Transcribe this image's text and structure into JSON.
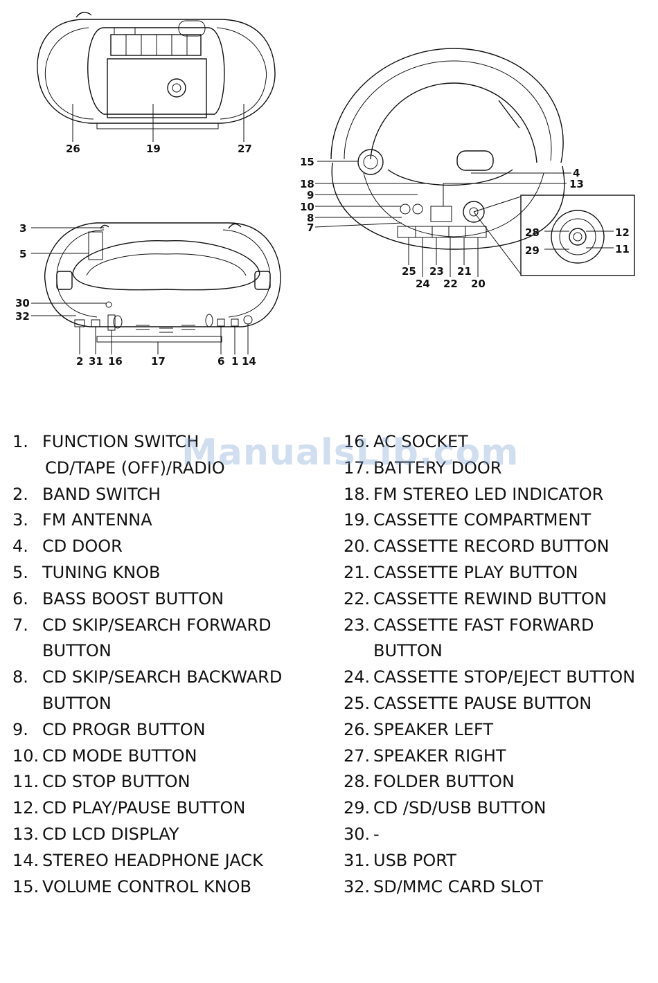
{
  "callouts": {
    "c1": "1",
    "c2": "2",
    "c3": "3",
    "c4": "4",
    "c5": "5",
    "c6": "6",
    "c7": "7",
    "c8": "8",
    "c9": "9",
    "c10": "10",
    "c11": "11",
    "c12": "12",
    "c13": "13",
    "c14": "14",
    "c15": "15",
    "c16": "16",
    "c17": "17",
    "c18": "18",
    "c19": "19",
    "c20": "20",
    "c21": "21",
    "c22": "22",
    "c23": "23",
    "c24": "24",
    "c25": "25",
    "c26": "26",
    "c27": "27",
    "c28": "28",
    "c29": "29",
    "c30": "30",
    "c31": "31",
    "c32": "32"
  },
  "legend_left": [
    {
      "num": "1.",
      "text": "FUNCTION SWITCH",
      "text2": "CD/TAPE (OFF)/RADIO"
    },
    {
      "num": "2.",
      "text": "BAND SWITCH"
    },
    {
      "num": "3.",
      "text": "FM ANTENNA"
    },
    {
      "num": "4.",
      "text": "CD DOOR"
    },
    {
      "num": "5.",
      "text": "TUNING KNOB"
    },
    {
      "num": "6.",
      "text": "BASS BOOST BUTTON"
    },
    {
      "num": "7.",
      "text": "CD SKIP/SEARCH FORWARD",
      "text2": "BUTTON"
    },
    {
      "num": "8.",
      "text": "CD SKIP/SEARCH BACKWARD",
      "text2": "BUTTON"
    },
    {
      "num": "9.",
      "text": "CD PROGR BUTTON"
    },
    {
      "num": "10.",
      "text": "CD MODE BUTTON"
    },
    {
      "num": "11.",
      "text": "CD STOP BUTTON"
    },
    {
      "num": "12.",
      "text": "CD PLAY/PAUSE BUTTON"
    },
    {
      "num": "13.",
      "text": "CD LCD DISPLAY"
    },
    {
      "num": "14.",
      "text": "STEREO HEADPHONE JACK"
    },
    {
      "num": "15.",
      "text": "VOLUME CONTROL KNOB"
    }
  ],
  "legend_right": [
    {
      "num": "16.",
      "text": "AC SOCKET"
    },
    {
      "num": "17.",
      "text": "BATTERY DOOR"
    },
    {
      "num": "18.",
      "text": "FM STEREO LED INDICATOR"
    },
    {
      "num": "19.",
      "text": "CASSETTE COMPARTMENT"
    },
    {
      "num": "20.",
      "text": "CASSETTE RECORD BUTTON"
    },
    {
      "num": "21.",
      "text": "CASSETTE PLAY BUTTON"
    },
    {
      "num": "22.",
      "text": "CASSETTE REWIND BUTTON"
    },
    {
      "num": "23.",
      "text": "CASSETTE FAST FORWARD",
      "text2": "BUTTON"
    },
    {
      "num": "24.",
      "text": "CASSETTE STOP/EJECT BUTTON"
    },
    {
      "num": "25.",
      "text": "CASSETTE PAUSE BUTTON"
    },
    {
      "num": "26.",
      "text": "SPEAKER LEFT"
    },
    {
      "num": "27.",
      "text": "SPEAKER RIGHT"
    },
    {
      "num": "28.",
      "text": "FOLDER BUTTON"
    },
    {
      "num": "29.",
      "text": "CD /SD/USB BUTTON"
    },
    {
      "num": "30.",
      "text": "-"
    },
    {
      "num": "31.",
      "text": "USB PORT"
    },
    {
      "num": "32.",
      "text": "SD/MMC CARD SLOT"
    }
  ],
  "watermark": "ManualsLib.com"
}
